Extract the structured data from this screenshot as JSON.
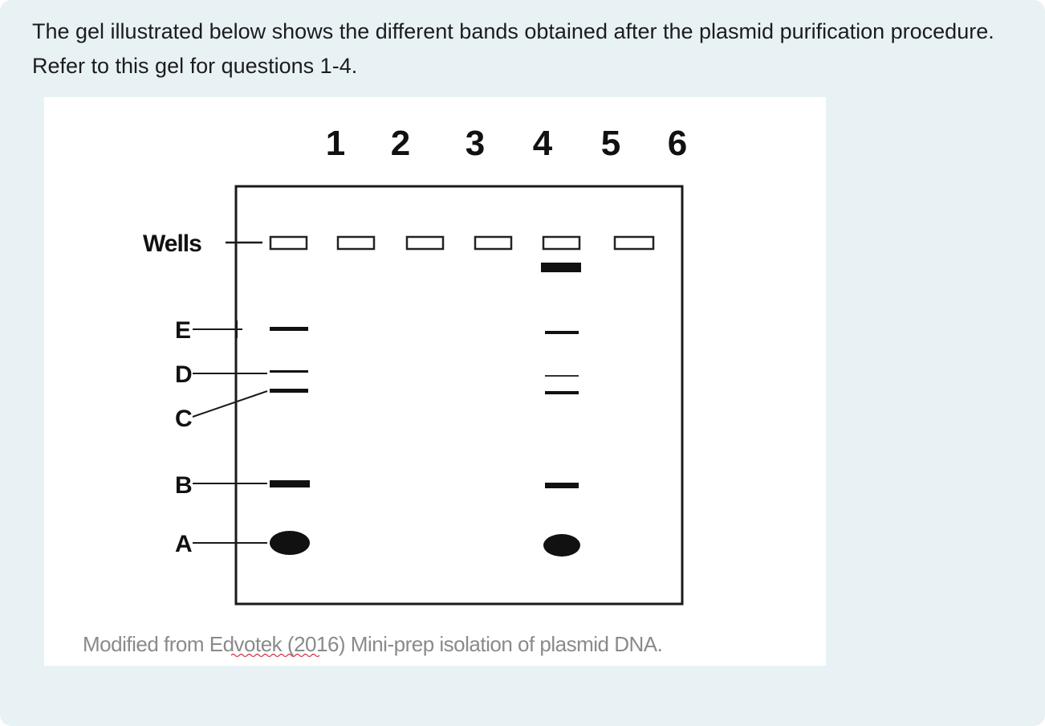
{
  "question": {
    "prompt": "The gel illustrated below shows the different bands obtained after the plasmid purification procedure. Refer to this gel for questions 1-4."
  },
  "gel": {
    "lane_numbers": [
      "1",
      "2",
      "3",
      "4",
      "5",
      "6"
    ],
    "wells_label": "Wells",
    "band_labels": {
      "E": "E",
      "D": "D",
      "C": "C",
      "B": "B",
      "A": "A"
    },
    "caption": {
      "prefix": "Modified from ",
      "source_link": "Edvotek",
      "suffix": " (2016) Mini-prep isolation of plasmid DNA."
    }
  }
}
